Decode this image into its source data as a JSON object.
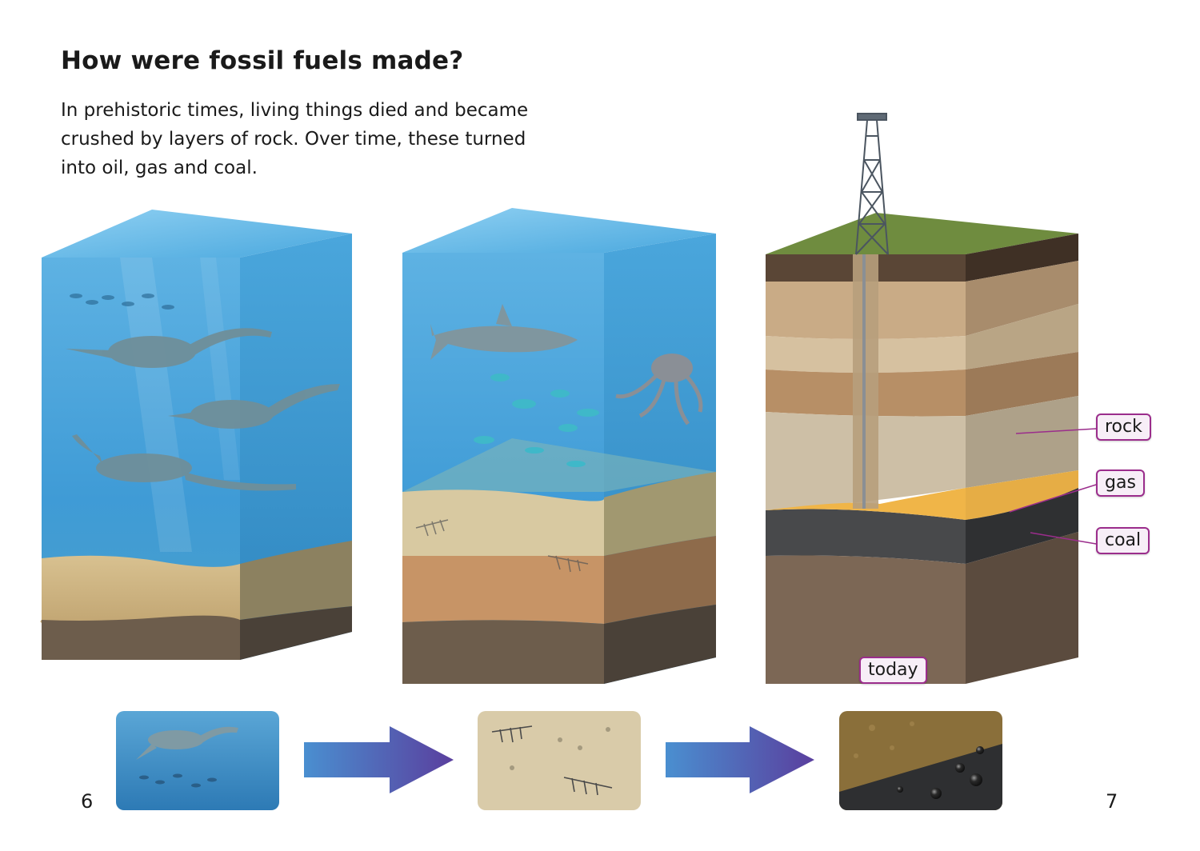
{
  "page": {
    "title": "How were fossil fuels made?",
    "intro": "In prehistoric times, living things died and became crushed by layers of rock. Over time, these turned into oil, gas and coal."
  },
  "labels": {
    "rock": "rock",
    "gas": "gas",
    "coal": "coal",
    "today": "today"
  },
  "page_numbers": {
    "left": "6",
    "right": "7"
  },
  "colors": {
    "label_border": "#9b2d8c",
    "water": "#3f9bd6",
    "arrow": "#5a4fa8",
    "coal": "#3a3b3d",
    "gas": "#f0b548"
  }
}
